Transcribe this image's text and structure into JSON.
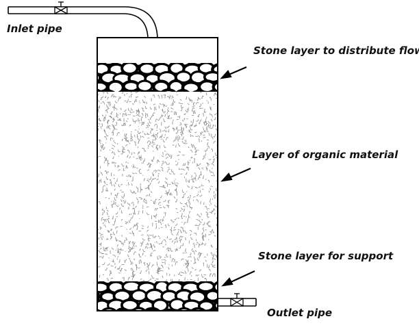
{
  "labels": {
    "inlet_pipe": "Inlet pipe",
    "stone_top": "Stone layer to distribute flow",
    "organic": "Layer of organic material",
    "stone_bottom": "Stone layer for support",
    "outlet_pipe": "Outlet pipe"
  },
  "colors": {
    "line": "#000000",
    "stone_fill": "#ffffff",
    "organic_texture": "#8a8a8a",
    "background": "#ffffff"
  },
  "icons": {
    "inlet_valve": "valve-icon",
    "outlet_valve": "valve-icon"
  }
}
